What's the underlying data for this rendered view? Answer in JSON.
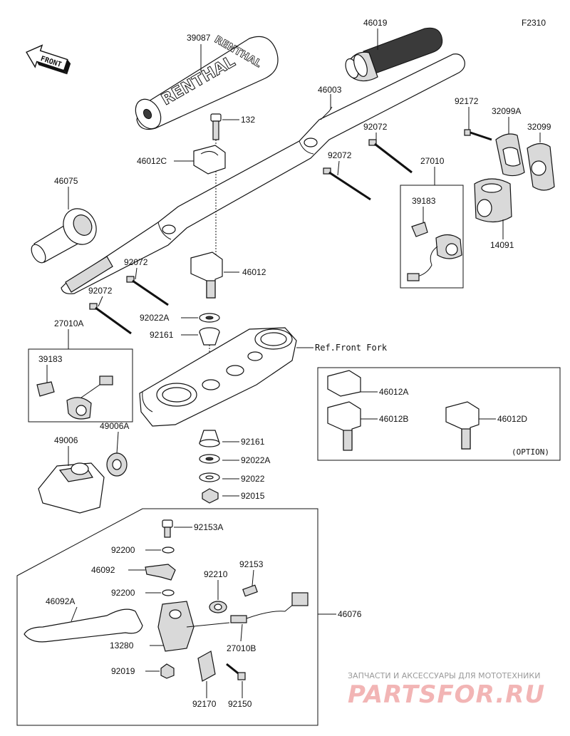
{
  "diagram_code": "F2310",
  "front_badge": "FRONT",
  "option_note": "(OPTION)",
  "ref_front_fork": "Ref.Front Fork",
  "labels": {
    "p39087": "39087",
    "p46019": "46019",
    "p46003": "46003",
    "p132": "132",
    "p46012C": "46012C",
    "p92072a": "92072",
    "p92072b": "92072",
    "p92172": "92172",
    "p32099A": "32099A",
    "p32099": "32099",
    "p27010": "27010",
    "p39183a": "39183",
    "p14091": "14091",
    "p46075": "46075",
    "p92072c": "92072",
    "p92072d": "92072",
    "p46012": "46012",
    "p92022A": "92022A",
    "p92161": "92161",
    "p27010A": "27010A",
    "p39183b": "39183",
    "p46012A": "46012A",
    "p46012B": "46012B",
    "p46012D": "46012D",
    "p49006": "49006",
    "p49006A": "49006A",
    "p92161b": "92161",
    "p92022Ab": "92022A",
    "p92022": "92022",
    "p92015": "92015",
    "p92153A": "92153A",
    "p92200a": "92200",
    "p46092": "46092",
    "p92210": "92210",
    "p92153": "92153",
    "p92200b": "92200",
    "p46092A": "46092A",
    "p46076": "46076",
    "p13280": "13280",
    "p27010B": "27010B",
    "p92019": "92019",
    "p92170": "92170",
    "p92150": "92150"
  },
  "watermark": {
    "tagline": "ЗАПЧАСТИ И АКСЕССУАРЫ ДЛЯ МОТОТЕХНИКИ",
    "brand": "PARTSFOR.RU"
  }
}
